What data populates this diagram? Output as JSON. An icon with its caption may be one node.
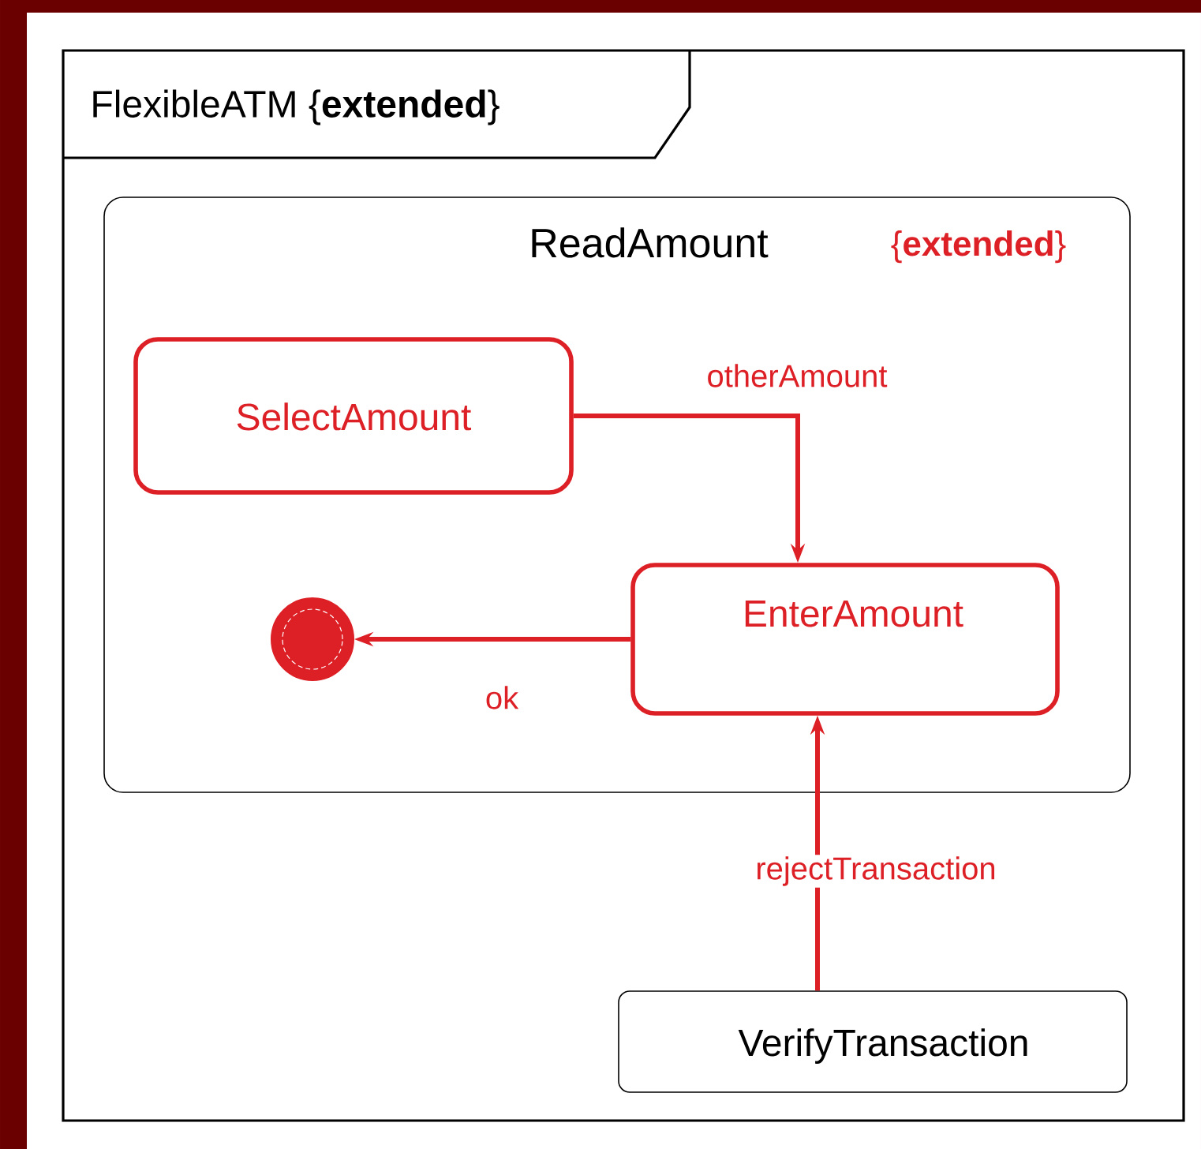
{
  "diagram": {
    "nodes": [
      {
        "text": [
          "FlexibleATM {**extended**}"
        ]
      },
      {
        "text": [
          "ReadAmount",
          "{**extended**}"
        ],
        "in": 0
      },
      {
        "text": [
          "SelectAmount"
        ],
        "in": 1
      },
      {
        "text": [
          "EnterAmount"
        ],
        "in": 1
      },
      {
        "text": [],
        "shape": "circle",
        "in": 1
      },
      {
        "text": [
          "VerifyTransaction"
        ],
        "in": 0
      }
    ],
    "edges": [
      {
        "from": 2,
        "to": 3,
        "arrow": "to",
        "label": "otherAmount"
      },
      {
        "from": 3,
        "to": 4,
        "arrow": "to",
        "label": "ok"
      },
      {
        "from": 5,
        "to": 3,
        "arrow": "to",
        "label": "rejectTransaction"
      }
    ]
  }
}
